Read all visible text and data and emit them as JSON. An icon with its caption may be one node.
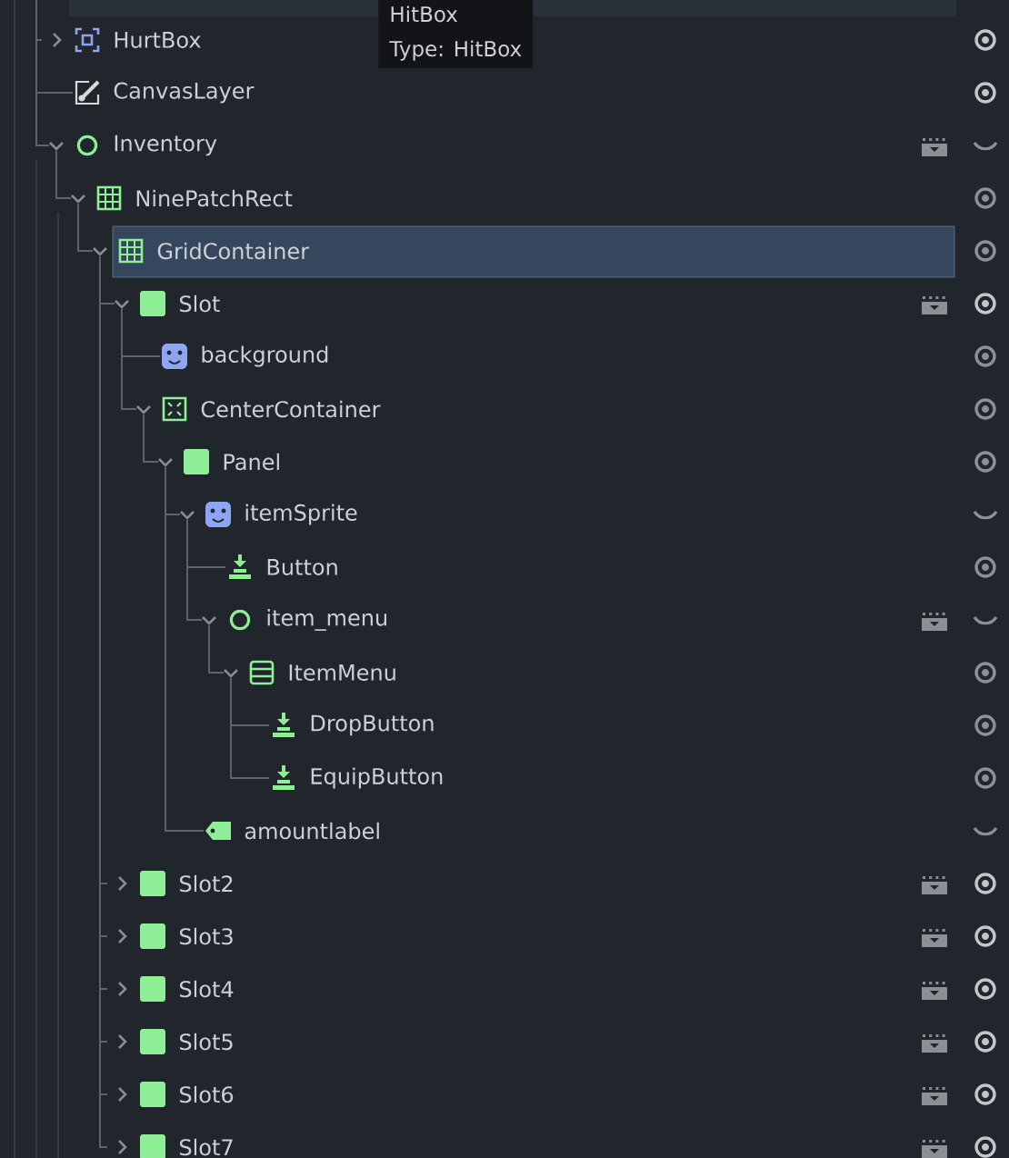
{
  "diagram": {
    "nodes": [
      {
        "text": [
          "HitBox",
          "Type: HitBox"
        ]
      },
      {
        "text": [
          "HurtBox"
        ]
      },
      {
        "text": [
          "CanvasLayer"
        ]
      },
      {
        "text": [
          "Inventory"
        ]
      },
      {
        "text": [
          "NinePatchRect"
        ]
      },
      {
        "text": [
          "GridContainer"
        ]
      },
      {
        "text": [
          "Slot"
        ]
      },
      {
        "text": [
          "background"
        ]
      },
      {
        "text": [
          "CenterContainer"
        ]
      },
      {
        "text": [
          "Panel"
        ]
      },
      {
        "text": [
          "itemSprite"
        ]
      },
      {
        "text": [
          "Button"
        ]
      },
      {
        "text": [
          "item_menu"
        ]
      },
      {
        "text": [
          "ItemMenu"
        ]
      },
      {
        "text": [
          "DropButton"
        ]
      },
      {
        "text": [
          "EquipButton"
        ]
      },
      {
        "text": [
          "amountlabel"
        ]
      },
      {
        "text": [
          "Slot2"
        ]
      },
      {
        "text": [
          "Slot3"
        ]
      },
      {
        "text": [
          "Slot4"
        ]
      },
      {
        "text": [
          "Slot5"
        ]
      },
      {
        "text": [
          "Slot6"
        ]
      },
      {
        "text": [
          "Slot7"
        ]
      }
    ],
    "edges": [
      {
        "from": null,
        "to": 1,
        "arrow": "none"
      },
      {
        "from": null,
        "to": 2,
        "arrow": "none"
      },
      {
        "from": null,
        "to": 3,
        "arrow": "none"
      },
      {
        "from": 3,
        "to": 4,
        "arrow": "none"
      },
      {
        "from": 4,
        "to": 5,
        "arrow": "none"
      },
      {
        "from": 5,
        "to": 6,
        "arrow": "none"
      },
      {
        "from": 6,
        "to": 7,
        "arrow": "none"
      },
      {
        "from": 6,
        "to": 8,
        "arrow": "none"
      },
      {
        "from": 8,
        "to": 9,
        "arrow": "none"
      },
      {
        "from": 9,
        "to": 10,
        "arrow": "none"
      },
      {
        "from": 10,
        "to": 11,
        "arrow": "none"
      },
      {
        "from": 10,
        "to": 12,
        "arrow": "none"
      },
      {
        "from": 12,
        "to": 13,
        "arrow": "none"
      },
      {
        "from": 13,
        "to": 14,
        "arrow": "none"
      },
      {
        "from": 13,
        "to": 15,
        "arrow": "none"
      },
      {
        "from": 9,
        "to": 16,
        "arrow": "none"
      },
      {
        "from": 5,
        "to": 17,
        "arrow": "none"
      },
      {
        "from": 5,
        "to": 18,
        "arrow": "none"
      },
      {
        "from": 5,
        "to": 19,
        "arrow": "none"
      },
      {
        "from": 5,
        "to": 20,
        "arrow": "none"
      },
      {
        "from": 5,
        "to": 21,
        "arrow": "none"
      },
      {
        "from": 5,
        "to": 22,
        "arrow": "none"
      }
    ]
  }
}
